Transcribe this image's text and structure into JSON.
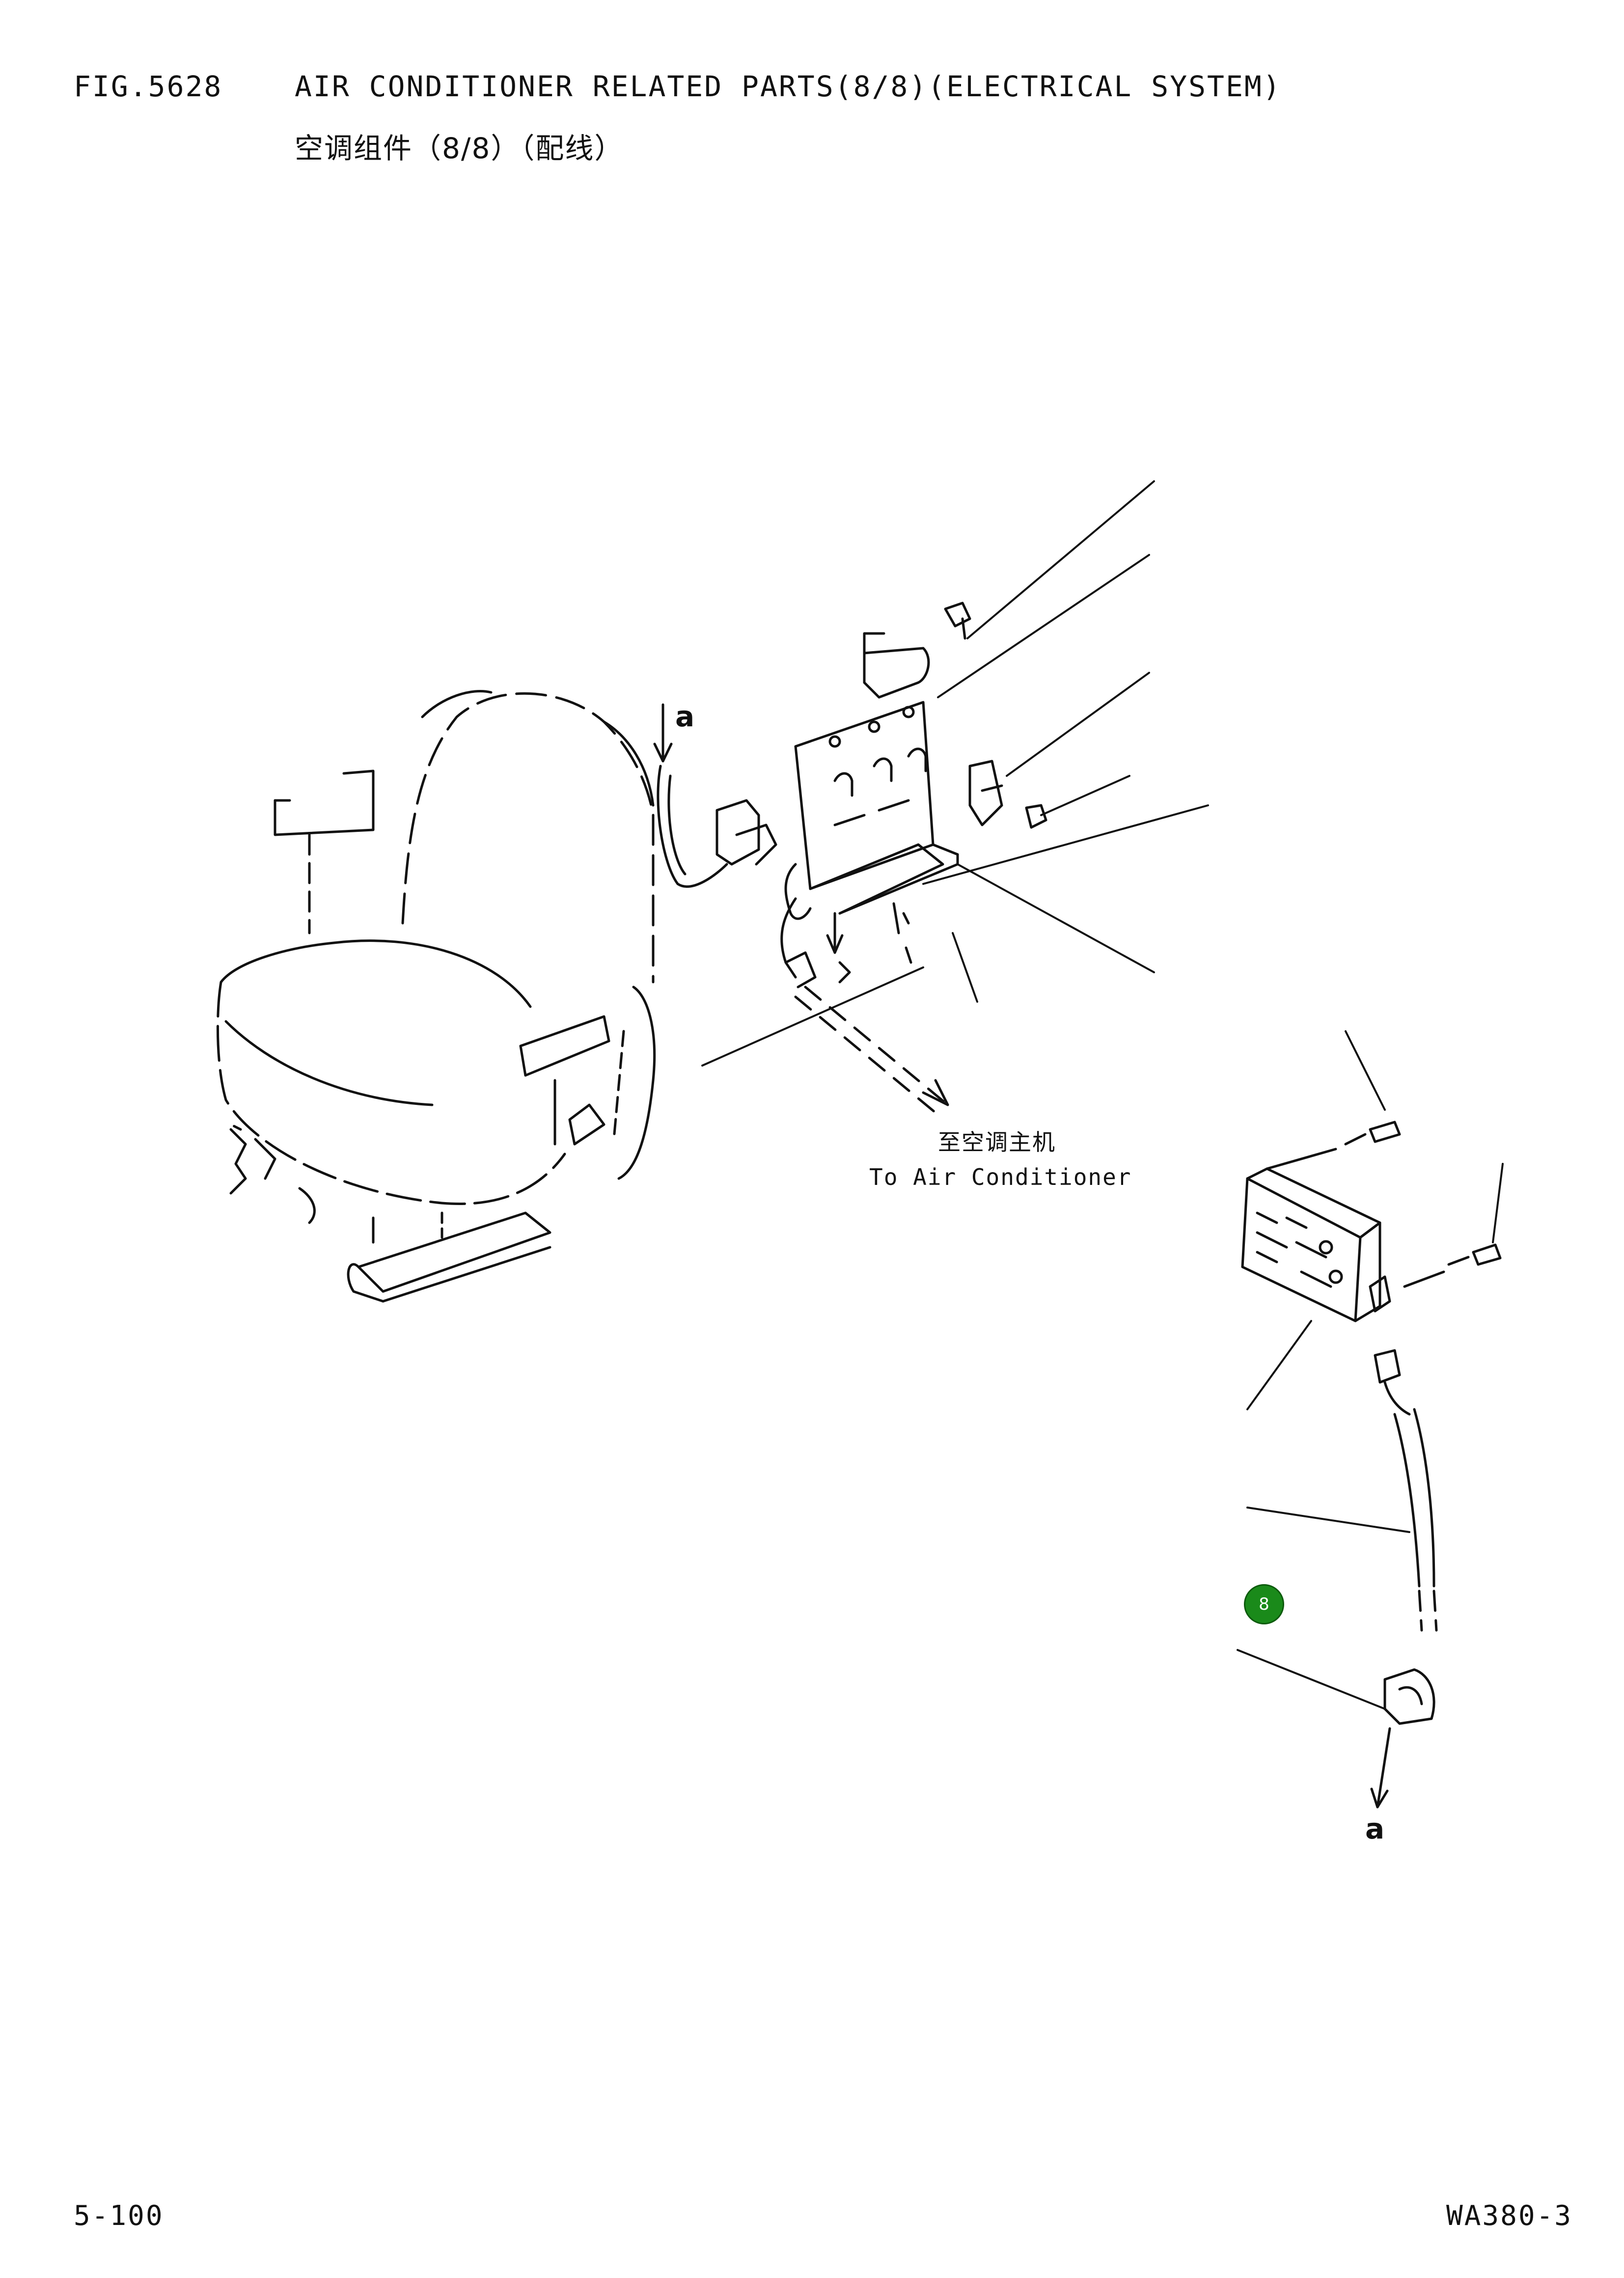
{
  "header": {
    "fig_no": "FIG.5628",
    "title_en": "AIR CONDITIONER RELATED PARTS(8/8)(ELECTRICAL SYSTEM)",
    "title_cn": "空调组件（8/8）（配线）"
  },
  "diagram": {
    "dest_label_cn": "至空调主机",
    "dest_label_en": "To Air Conditioner",
    "ref_letter_top": "a",
    "ref_letter_bottom": "a",
    "part_badge": "8",
    "badge_color": "#1a8a1a"
  },
  "footer": {
    "page_no": "5-100",
    "model": "WA380-3"
  }
}
